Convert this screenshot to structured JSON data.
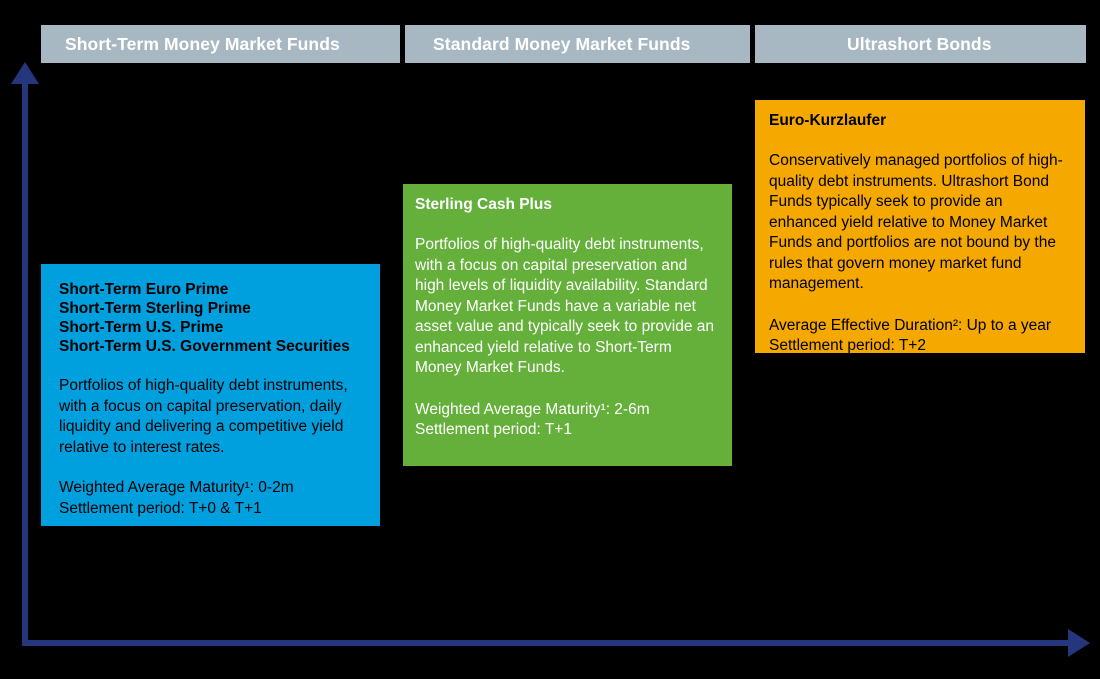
{
  "colors": {
    "background": "#000000",
    "tab_bg": "#a8b8c2",
    "tab_text": "#ffffff",
    "axis": "#24377c",
    "card_blue": "#00a0df",
    "card_green": "#64b03a",
    "card_orange": "#f5a800"
  },
  "header": {
    "tabs": [
      {
        "label": "Short-Term Money Market Funds"
      },
      {
        "label": "Standard Money Market Funds"
      },
      {
        "label": "Ultrashort Bonds"
      }
    ]
  },
  "cards": {
    "blue": {
      "title": "Short-Term Euro Prime\nShort-Term Sterling Prime\nShort-Term U.S. Prime\nShort-Term U.S. Government Securities",
      "body": "Portfolios of high-quality debt instruments, with a focus on capital preservation, daily liquidity and delivering a competitive yield relative to interest rates.",
      "meta": "Weighted Average Maturity¹: 0-2m\nSettlement period: T+0 & T+1"
    },
    "green": {
      "title": "Sterling Cash Plus",
      "body": "Portfolios of high-quality debt instruments, with a focus on capital preservation and high levels of liquidity availability. Standard Money Market Funds have a variable net asset value and typically seek to provide an enhanced yield relative to Short-Term Money Market Funds.",
      "meta": "Weighted Average Maturity¹: 2-6m\nSettlement period: T+1"
    },
    "orange": {
      "title": "Euro-Kurzlaufer",
      "body": "Conservatively managed portfolios of high-quality debt instruments. Ultrashort Bond Funds typically seek to provide an enhanced yield relative to Money Market Funds and portfolios are not bound by the rules that govern money market fund management.",
      "meta": "Average Effective Duration²: Up to a year\nSettlement period: T+2"
    }
  },
  "axes": {
    "vertical_arrow": "up-arrow-icon",
    "horizontal_arrow": "right-arrow-icon"
  }
}
